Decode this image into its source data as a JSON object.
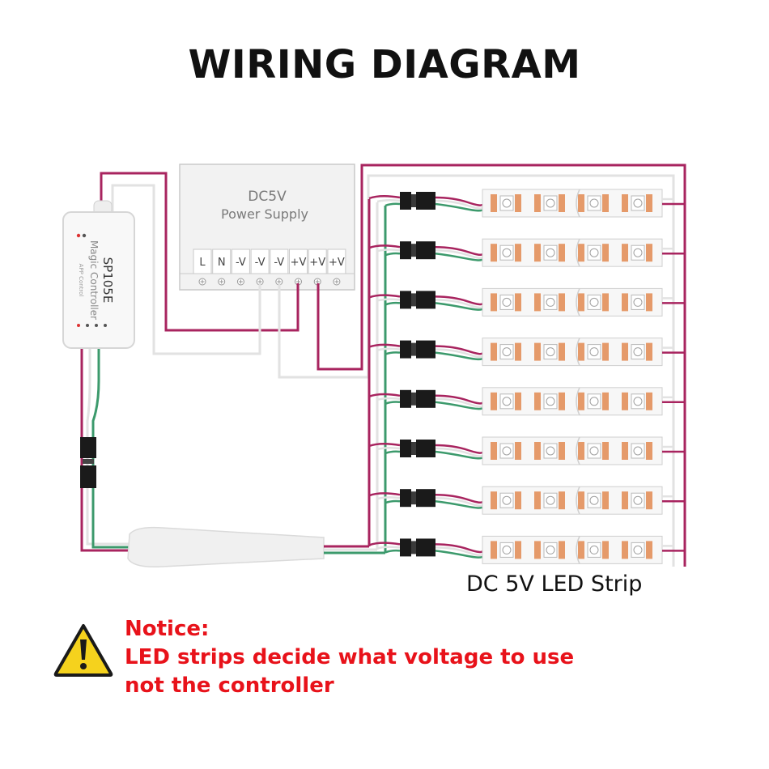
{
  "title": "WIRING DIAGRAM",
  "power_supply": {
    "line1": "DC5V",
    "line2": "Power Supply",
    "terminals": [
      "L",
      "N",
      "-V",
      "-V",
      "-V",
      "+V",
      "+V",
      "+V"
    ]
  },
  "controller": {
    "model": "SP105E",
    "brand": "Magic Controller",
    "sub": "APP Control"
  },
  "strip": {
    "label": "DC 5V LED Strip",
    "count": 8
  },
  "notice": {
    "heading": "Notice:",
    "line1": "LED strips decide what voltage to use",
    "line2": "not the controller"
  },
  "colors": {
    "positive_wire": "#a8245f",
    "ground_wire": "#e2e2e2",
    "data_wire": "#3c9a6c",
    "warning": "#f5d21d",
    "notice_text": "#e8121a",
    "led_pad": "#e59a6a"
  }
}
